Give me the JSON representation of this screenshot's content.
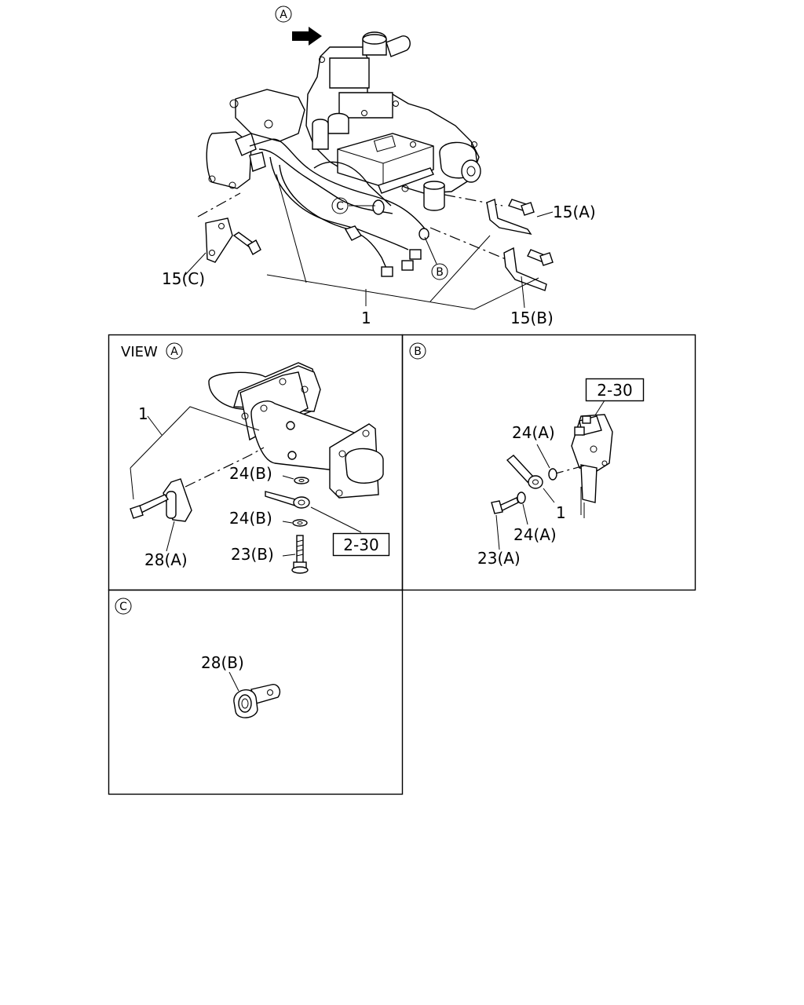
{
  "main_view": {
    "view_marker": "A",
    "callouts": {
      "c_15a": "15(A)",
      "c_15b": "15(B)",
      "c_15c": "15(C)",
      "c_1": "1",
      "ref_c": "C",
      "ref_b": "B"
    }
  },
  "panel_view_a": {
    "view_word": "VIEW",
    "marker": "A",
    "callouts": {
      "c_1": "1",
      "c_24b_top": "24(B)",
      "c_24b_bottom": "24(B)",
      "c_23b": "23(B)",
      "c_28a": "28(A)",
      "ref_box": "2-30"
    }
  },
  "panel_b": {
    "marker": "B",
    "callouts": {
      "ref_box": "2-30",
      "c_24a_top": "24(A)",
      "c_1": "1",
      "c_24a_bottom": "24(A)",
      "c_23a": "23(A)"
    }
  },
  "panel_c": {
    "marker": "C",
    "callouts": {
      "c_28b": "28(B)"
    }
  }
}
